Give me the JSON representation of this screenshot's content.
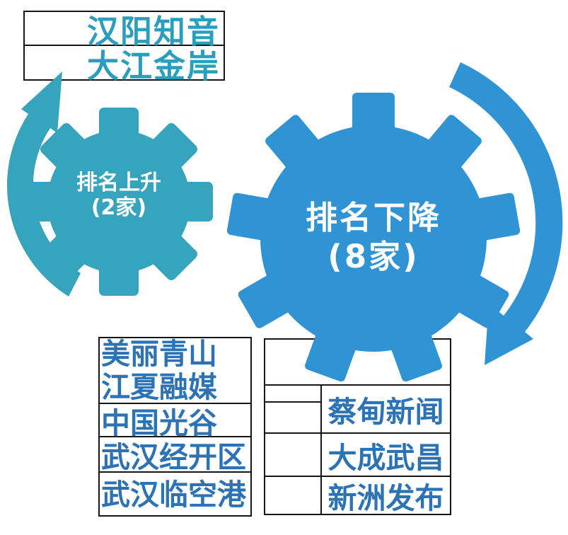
{
  "colors": {
    "teal": "#35A4BC",
    "teal_text": "#2C9EBD",
    "azure": "#2F93D4",
    "navy": "#2C73B6",
    "border": "#161616",
    "gear_label": "#FFFFFF"
  },
  "top_table": {
    "rows": [
      "汉阳知音",
      "大江金岸"
    ]
  },
  "gear_up": {
    "title": "排名上升",
    "count": "(2家)"
  },
  "gear_down": {
    "title": "排名下降",
    "count": "(8家)"
  },
  "bottom_left_table": {
    "row1_line1": "美丽青山",
    "row1_line2": "江夏融媒",
    "row2": "中国光谷",
    "row3": "武汉经开区",
    "row4": "武汉临空港"
  },
  "bottom_right_table": {
    "rows": [
      "蔡甸新闻",
      "大成武昌",
      "新洲发布"
    ]
  },
  "icons": {
    "up_arrow": "curved-arrow-up",
    "down_arrow": "curved-arrow-down",
    "gear_up": "gear",
    "gear_down": "gear"
  }
}
